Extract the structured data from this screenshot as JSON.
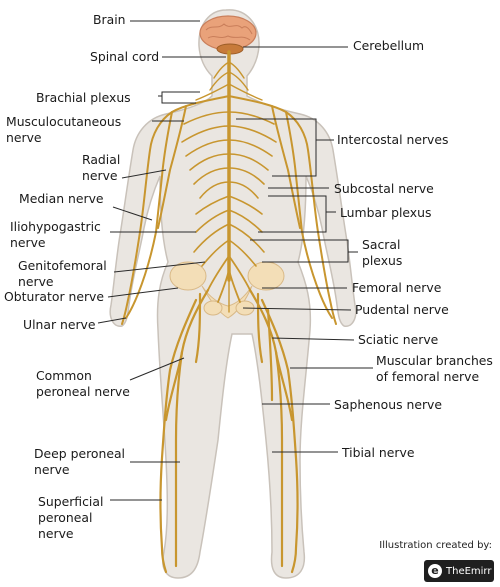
{
  "labels_left": {
    "brain": "Brain",
    "spinal_cord": "Spinal cord",
    "brachial_plexus": "Brachial plexus",
    "musculocutaneous": "Musculocutaneous\nnerve",
    "radial": "Radial\nnerve",
    "median": "Median nerve",
    "iliohypogastric": "Iliohypogastric\nnerve",
    "genitofemoral": "Genitofemoral\nnerve",
    "obturator": "Obturator nerve",
    "ulnar": "Ulnar nerve",
    "common_peroneal": "Common\nperoneal nerve",
    "deep_peroneal": "Deep peroneal\nnerve",
    "superficial_peroneal": "Superficial\nperoneal\nnerve"
  },
  "labels_right": {
    "cerebellum": "Cerebellum",
    "intercostal": "Intercostal nerves",
    "subcostal": "Subcostal nerve",
    "lumbar_plexus": "Lumbar plexus",
    "sacral_plexus": "Sacral\nplexus",
    "femoral": "Femoral nerve",
    "pudental": "Pudental nerve",
    "sciatic": "Sciatic nerve",
    "muscular_branches": "Muscular branches\nof femoral nerve",
    "saphenous": "Saphenous nerve",
    "tibial": "Tibial nerve"
  },
  "credit": {
    "text": "Illustration created by:",
    "brand": "TheEmirr",
    "mark": "e"
  },
  "colors": {
    "body_fill": "#eae6e1",
    "body_stroke": "#c9c2ba",
    "nerve": "#c8962f",
    "nerve_light": "#e0b55a",
    "brain": "#e9a27a",
    "pelvis": "#f3deb7",
    "leader": "#2a2a2a"
  }
}
